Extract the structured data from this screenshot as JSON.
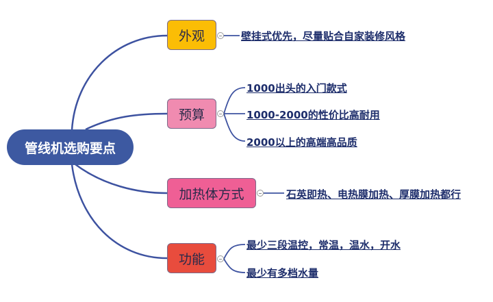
{
  "root": "管线机选购要点",
  "branches": [
    {
      "label": "外观",
      "color": "#fbbd05",
      "leaves": [
        "壁挂式优先，尽量贴合自家装修风格"
      ]
    },
    {
      "label": "预算",
      "color": "#f08bb0",
      "leaves": [
        "1000出头的入门款式",
        "1000-2000的性价比高耐用",
        "2000以上的高端高品质"
      ]
    },
    {
      "label": "加热体方式",
      "color": "#ef5f95",
      "leaves": [
        "石英即热、电热膜加热、厚膜加热都行"
      ]
    },
    {
      "label": "功能",
      "color": "#e84c3d",
      "leaves": [
        "最少三段温控，常温，温水，开水",
        "最少有多档水量"
      ]
    }
  ]
}
